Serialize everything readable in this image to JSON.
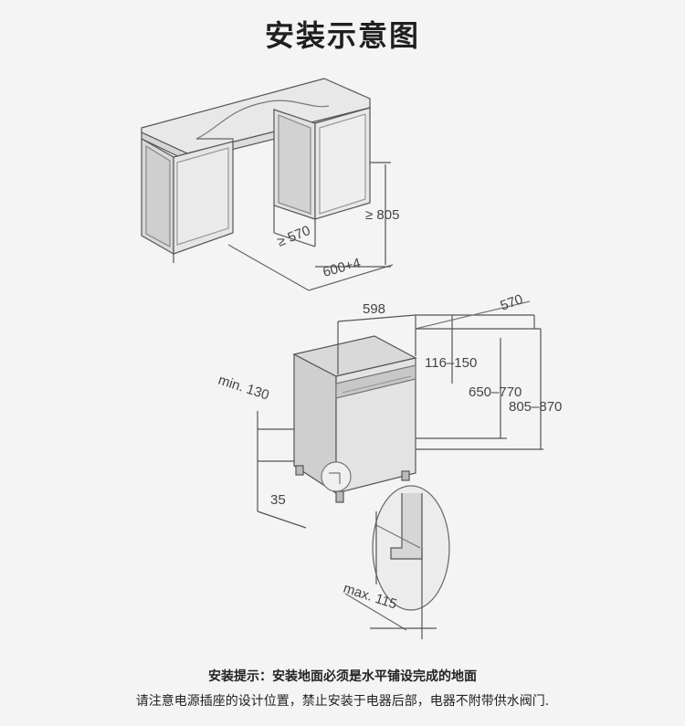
{
  "title": "安装示意图",
  "dimensions": {
    "cabinet_height": "≥ 805",
    "cabinet_depth": "≥ 570",
    "niche_width": "600+4",
    "appliance_width": "598",
    "appliance_depth": "570",
    "offset": "116–150",
    "height_1": "650–770",
    "height_2": "805–870",
    "plinth_min": "min. 130",
    "foot": "35",
    "plinth_max": "max. 115"
  },
  "notes": {
    "tip": "安装提示：安装地面必须是水平铺设完成的地面",
    "instruction": "请注意电源插座的设计位置，禁止安装于电器后部，电器不附带供水阀门."
  }
}
